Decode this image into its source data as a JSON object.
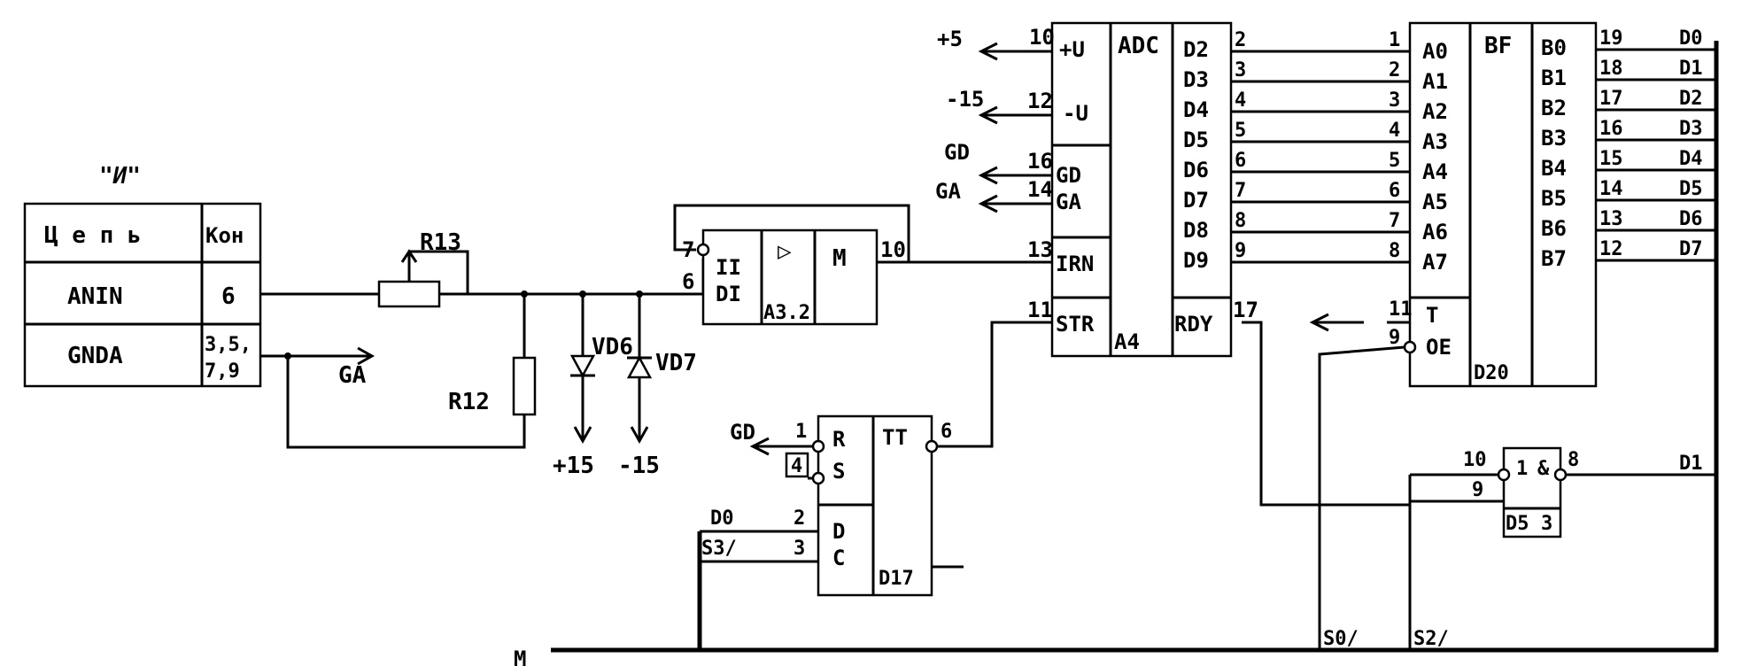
{
  "connector": {
    "title": "\"И\"",
    "col_circuit": "Ц е п ь",
    "col_contact": "Кон",
    "rows": [
      {
        "circuit": "ANIN",
        "contact_line1": "6",
        "contact_line2": ""
      },
      {
        "circuit": "GNDA",
        "contact_line1": "3,5,",
        "contact_line2": "7,9"
      }
    ],
    "ga_label": "GA"
  },
  "front_end": {
    "r13": "R13",
    "r12": "R12",
    "vd6": "VD6",
    "vd7": "VD7",
    "plus15": "+15",
    "minus15": "-15"
  },
  "amp": {
    "ref": "A3.2",
    "in_label_1": "II",
    "in_label_2": "DI",
    "triangle": "▷",
    "m": "M",
    "pin7": "7",
    "pin6": "6",
    "pin10": "10"
  },
  "adc": {
    "ref": "A4",
    "type": "ADC",
    "left_pins": [
      {
        "pin": "10",
        "label": "+U",
        "net": "+5"
      },
      {
        "pin": "12",
        "label": "-U",
        "net": "-15"
      },
      {
        "pin": "16",
        "label": "GD",
        "net": "GD"
      },
      {
        "pin": "14",
        "label": "GA",
        "net": "GA"
      },
      {
        "pin": "13",
        "label": "IRN",
        "net": ""
      },
      {
        "pin": "11",
        "label": "STR",
        "net": ""
      }
    ],
    "outputs": [
      {
        "label": "D2",
        "pin": "2"
      },
      {
        "label": "D3",
        "pin": "3"
      },
      {
        "label": "D4",
        "pin": "4"
      },
      {
        "label": "D5",
        "pin": "5"
      },
      {
        "label": "D6",
        "pin": "6"
      },
      {
        "label": "D7",
        "pin": "7"
      },
      {
        "label": "D8",
        "pin": "8"
      },
      {
        "label": "D9",
        "pin": "9"
      }
    ],
    "rdy_label": "RDY",
    "rdy_pin": "17"
  },
  "buffer": {
    "ref": "D20",
    "type": "BF",
    "a_pins": [
      {
        "pin": "1",
        "label": "A0"
      },
      {
        "pin": "2",
        "label": "A1"
      },
      {
        "pin": "3",
        "label": "A2"
      },
      {
        "pin": "4",
        "label": "A3"
      },
      {
        "pin": "5",
        "label": "A4"
      },
      {
        "pin": "6",
        "label": "A5"
      },
      {
        "pin": "7",
        "label": "A6"
      },
      {
        "pin": "8",
        "label": "A7"
      }
    ],
    "b_pins": [
      {
        "label": "B0",
        "pin": "19",
        "net": "D0"
      },
      {
        "label": "B1",
        "pin": "18",
        "net": "D1"
      },
      {
        "label": "B2",
        "pin": "17",
        "net": "D2"
      },
      {
        "label": "B3",
        "pin": "16",
        "net": "D3"
      },
      {
        "label": "B4",
        "pin": "15",
        "net": "D4"
      },
      {
        "label": "B5",
        "pin": "14",
        "net": "D5"
      },
      {
        "label": "B6",
        "pin": "13",
        "net": "D6"
      },
      {
        "label": "B7",
        "pin": "12",
        "net": "D7"
      }
    ],
    "t_label": "T",
    "t_pin": "11",
    "oe_label": "OE",
    "oe_pin": "9"
  },
  "trigger": {
    "ref": "D17",
    "type": "TT",
    "r_label": "R",
    "s_label": "S",
    "d_label": "D",
    "c_label": "C",
    "pin_r": "1",
    "pin_s": "4",
    "pin_d": "2",
    "pin_c": "3",
    "pin_q": "6",
    "gd_net": "GD",
    "d_net": "D0",
    "c_net": "S3/"
  },
  "gate": {
    "ref": "D5",
    "pin3": "3",
    "sym_1": "1",
    "sym_2": "&",
    "pin10": "10",
    "pin9": "9",
    "pin8": "8",
    "out_net": "D1"
  },
  "bus": {
    "m_label": "M",
    "s0": "S0/",
    "s2": "S2/"
  }
}
